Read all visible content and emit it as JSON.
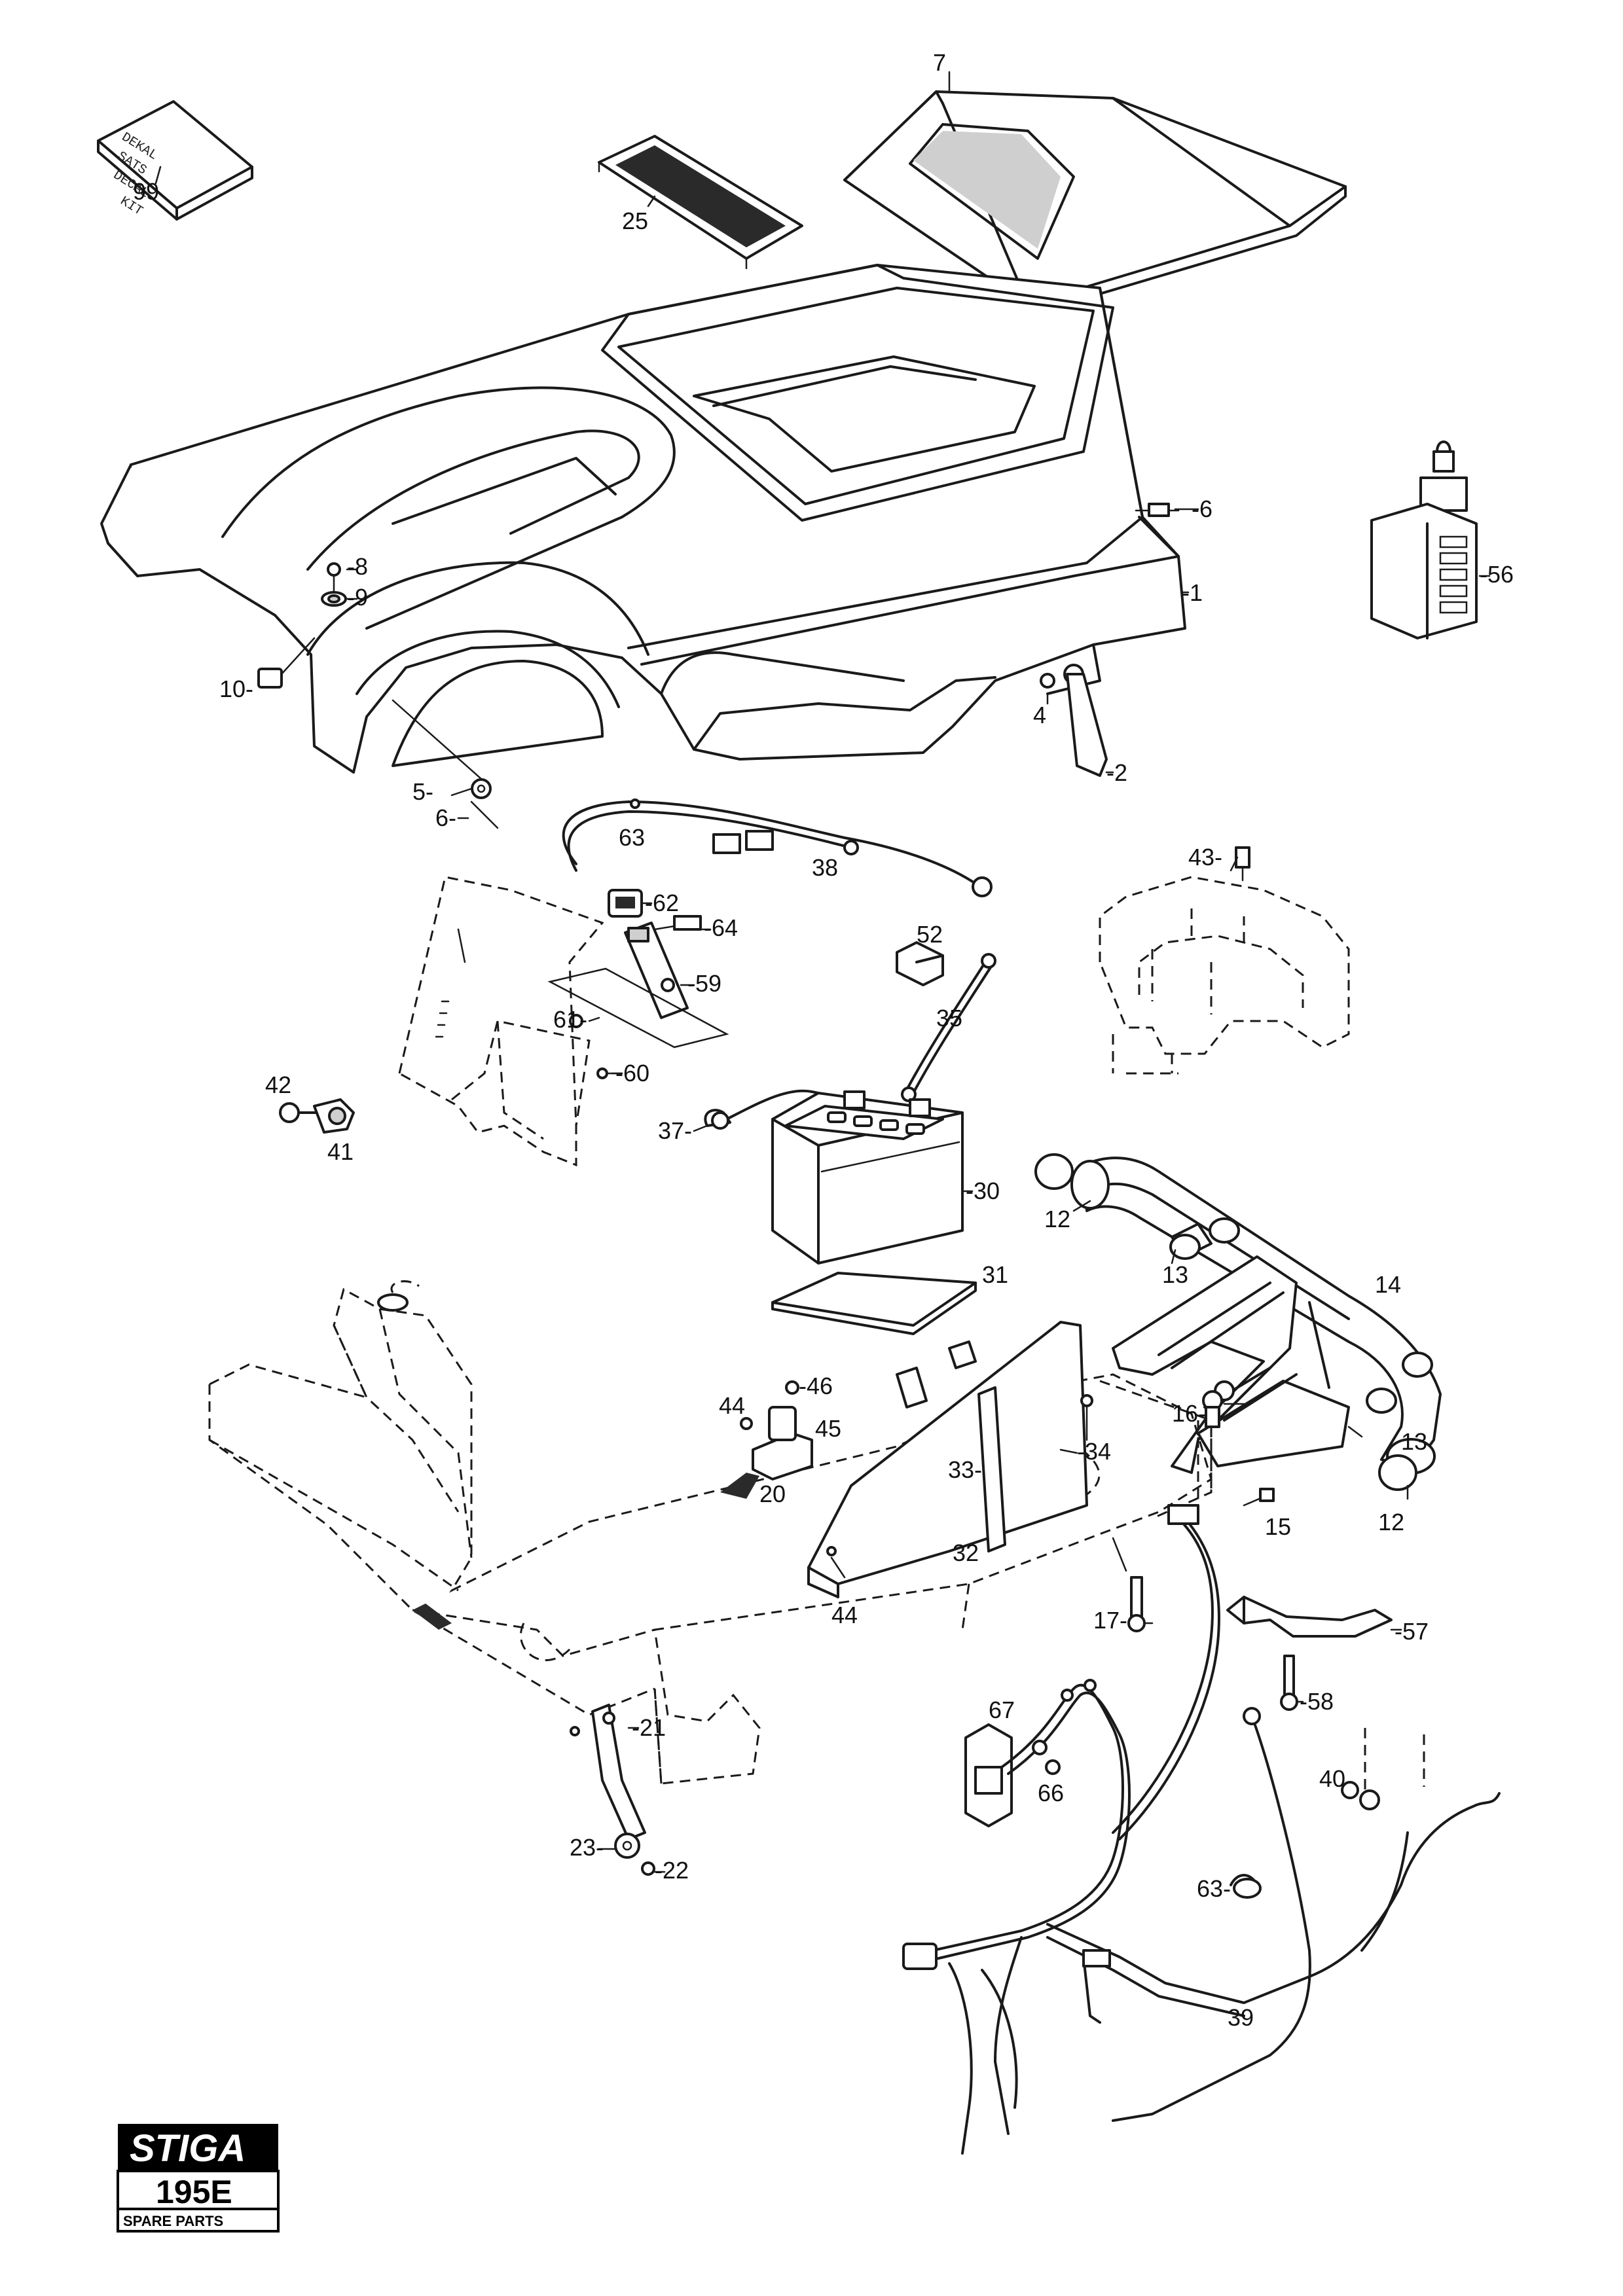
{
  "brand": {
    "logo": "STIGA",
    "model": "195E",
    "subtitle": "SPARE PARTS"
  },
  "decal_kit": {
    "lines": [
      "DEKAL",
      "SATS",
      "DECAL",
      "KIT"
    ]
  },
  "callouts": [
    {
      "id": "c7",
      "text": "7"
    },
    {
      "id": "c99",
      "text": "99"
    },
    {
      "id": "c25",
      "text": "25"
    },
    {
      "id": "c6a",
      "text": "-6"
    },
    {
      "id": "c56",
      "text": "-56"
    },
    {
      "id": "c1",
      "text": "-1"
    },
    {
      "id": "c8",
      "text": "-8"
    },
    {
      "id": "c9",
      "text": "-9"
    },
    {
      "id": "c10",
      "text": "10-"
    },
    {
      "id": "c4",
      "text": "4"
    },
    {
      "id": "c2",
      "text": "-2"
    },
    {
      "id": "c5",
      "text": "5-"
    },
    {
      "id": "c6b",
      "text": "6-"
    },
    {
      "id": "c63a",
      "text": "63"
    },
    {
      "id": "c38",
      "text": "38"
    },
    {
      "id": "c43",
      "text": "43-"
    },
    {
      "id": "c62",
      "text": "-62"
    },
    {
      "id": "c64",
      "text": "-64"
    },
    {
      "id": "c52",
      "text": "52"
    },
    {
      "id": "c59",
      "text": "-59"
    },
    {
      "id": "c61",
      "text": "61-"
    },
    {
      "id": "c35",
      "text": "35"
    },
    {
      "id": "c60",
      "text": "-60"
    },
    {
      "id": "c42",
      "text": "42"
    },
    {
      "id": "c41",
      "text": "41"
    },
    {
      "id": "c37",
      "text": "37-"
    },
    {
      "id": "c30",
      "text": "-30"
    },
    {
      "id": "c12a",
      "text": "12"
    },
    {
      "id": "c13a",
      "text": "13"
    },
    {
      "id": "c31",
      "text": "31"
    },
    {
      "id": "c14",
      "text": "14"
    },
    {
      "id": "c46",
      "text": "-46"
    },
    {
      "id": "c44a",
      "text": "44"
    },
    {
      "id": "c45",
      "text": "45"
    },
    {
      "id": "c16",
      "text": "16-"
    },
    {
      "id": "c13b",
      "text": "13"
    },
    {
      "id": "c34",
      "text": "-34"
    },
    {
      "id": "c33",
      "text": "33-"
    },
    {
      "id": "c12b",
      "text": "12"
    },
    {
      "id": "c15",
      "text": "15"
    },
    {
      "id": "c32",
      "text": "32"
    },
    {
      "id": "c44b",
      "text": "44"
    },
    {
      "id": "c57",
      "text": "-57"
    },
    {
      "id": "c17",
      "text": "17-"
    },
    {
      "id": "c20",
      "text": "20"
    },
    {
      "id": "c58",
      "text": "-58"
    },
    {
      "id": "c21",
      "text": "-21"
    },
    {
      "id": "c67",
      "text": "67"
    },
    {
      "id": "c66",
      "text": "66"
    },
    {
      "id": "c40",
      "text": "40"
    },
    {
      "id": "c23",
      "text": "23-"
    },
    {
      "id": "c22",
      "text": "-22"
    },
    {
      "id": "c63b",
      "text": "63-"
    },
    {
      "id": "c39",
      "text": "39"
    }
  ]
}
